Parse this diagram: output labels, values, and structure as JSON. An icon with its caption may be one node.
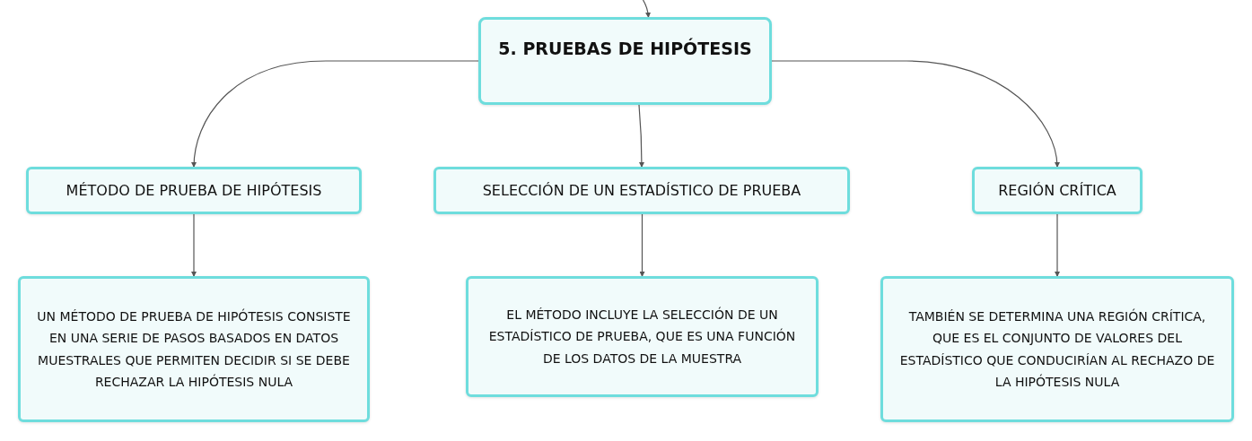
{
  "diagram": {
    "nodes": [
      {
        "text": [
          "5. PRUEBAS DE HIPÓTESIS"
        ]
      },
      {
        "text": [
          "MÉTODO DE PRUEBA DE HIPÓTESIS"
        ]
      },
      {
        "text": [
          "SELECCIÓN DE UN ESTADÍSTICO DE PRUEBA"
        ]
      },
      {
        "text": [
          "REGIÓN CRÍTICA"
        ]
      },
      {
        "text": [
          "UN MÉTODO DE PRUEBA DE HIPÓTESIS CONSISTE EN UNA SERIE DE PASOS BASADOS EN DATOS MUESTRALES QUE PERMITEN DECIDIR SI SE DEBE RECHAZAR LA HIPÓTESIS NULA"
        ]
      },
      {
        "text": [
          "EL MÉTODO INCLUYE LA SELECCIÓN DE UN ESTADÍSTICO DE PRUEBA, QUE ES UNA FUNCIÓN DE LOS DATOS DE LA MUESTRA"
        ]
      },
      {
        "text": [
          "TAMBIÉN SE DETERMINA UNA REGIÓN CRÍTICA, QUE ES EL CONJUNTO DE VALORES DEL ESTADÍSTICO QUE CONDUCIRÍAN AL RECHAZO DE LA HIPÓTESIS NULA"
        ]
      }
    ],
    "edges": [
      {
        "from": null,
        "to": 0,
        "arrow": "to"
      },
      {
        "from": 0,
        "to": 1,
        "arrow": "to"
      },
      {
        "from": 0,
        "to": 2,
        "arrow": "to"
      },
      {
        "from": 0,
        "to": 3,
        "arrow": "to"
      },
      {
        "from": 1,
        "to": 4,
        "arrow": "to"
      },
      {
        "from": 2,
        "to": 5,
        "arrow": "to"
      },
      {
        "from": 3,
        "to": 6,
        "arrow": "to"
      }
    ]
  }
}
